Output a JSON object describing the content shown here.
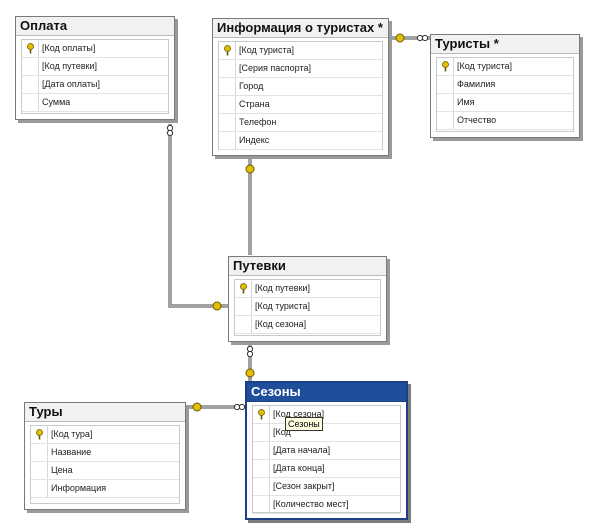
{
  "tables": {
    "oplata": {
      "title": "Оплата",
      "columns": [
        {
          "name": "[Код оплаты]",
          "key": true
        },
        {
          "name": "[Код путевки]",
          "key": false
        },
        {
          "name": "[Дата оплаты]",
          "key": false
        },
        {
          "name": "Сумма",
          "key": false
        }
      ]
    },
    "info": {
      "title": "Информация о туристах *",
      "columns": [
        {
          "name": "[Код туриста]",
          "key": true
        },
        {
          "name": "[Серия паспорта]",
          "key": false
        },
        {
          "name": "Город",
          "key": false
        },
        {
          "name": "Страна",
          "key": false
        },
        {
          "name": "Телефон",
          "key": false
        },
        {
          "name": "Индекс",
          "key": false
        }
      ]
    },
    "turisty": {
      "title": "Туристы *",
      "columns": [
        {
          "name": "[Код туриста]",
          "key": true
        },
        {
          "name": "Фамилия",
          "key": false
        },
        {
          "name": "Имя",
          "key": false
        },
        {
          "name": "Отчество",
          "key": false
        }
      ]
    },
    "putevki": {
      "title": "Путевки",
      "columns": [
        {
          "name": "[Код путевки]",
          "key": true
        },
        {
          "name": "[Код туриста]",
          "key": false
        },
        {
          "name": "[Код сезона]",
          "key": false
        }
      ]
    },
    "tury": {
      "title": "Туры",
      "columns": [
        {
          "name": "[Код тура]",
          "key": true
        },
        {
          "name": "Название",
          "key": false
        },
        {
          "name": "Цена",
          "key": false
        },
        {
          "name": "Информация",
          "key": false
        }
      ]
    },
    "sezony": {
      "title": "Сезоны",
      "columns": [
        {
          "name": "[Код сезона]",
          "key": true
        },
        {
          "name": "[Код",
          "key": false
        },
        {
          "name": "[Дата начала]",
          "key": false
        },
        {
          "name": "[Дата конца]",
          "key": false
        },
        {
          "name": "[Сезон закрыт]",
          "key": false
        },
        {
          "name": "[Количество мест]",
          "key": false
        }
      ]
    }
  },
  "tooltip": "Сезоны",
  "colors": {
    "selected_header": "#1f4f9a",
    "key_icon": "#e2c000",
    "relationship_line": "#444444"
  }
}
